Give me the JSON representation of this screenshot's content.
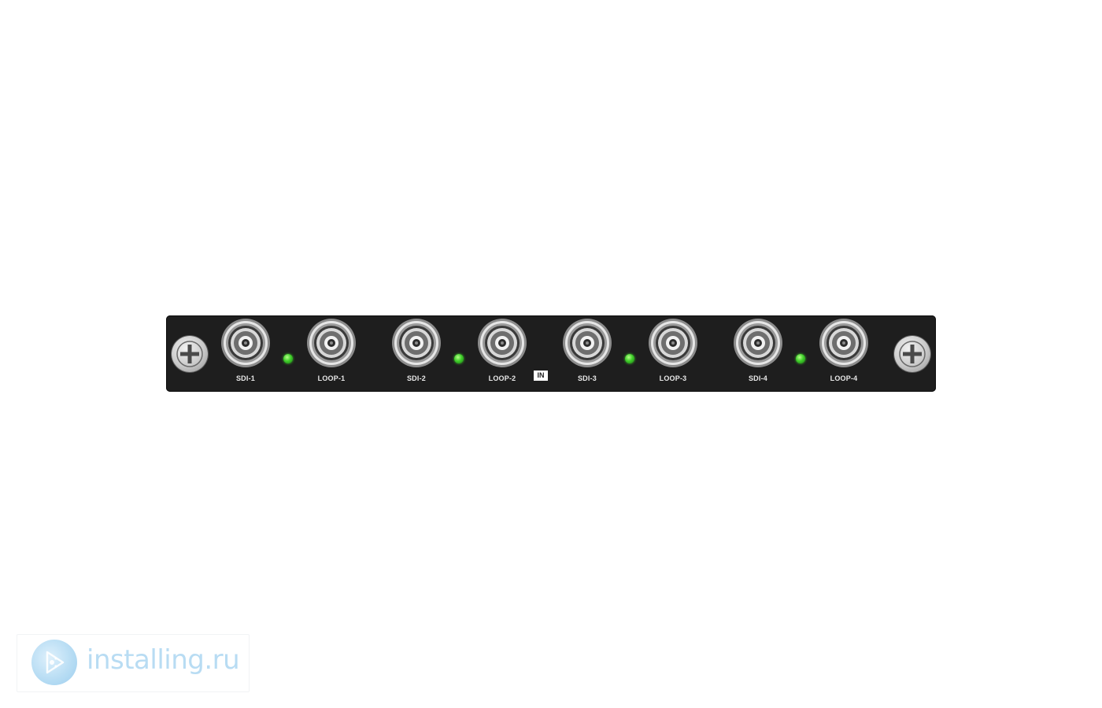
{
  "panel": {
    "ports": [
      {
        "label": "SDI-1"
      },
      {
        "label": "LOOP-1"
      },
      {
        "label": "SDI-2"
      },
      {
        "label": "LOOP-2"
      },
      {
        "label": "SDI-3"
      },
      {
        "label": "LOOP-3"
      },
      {
        "label": "SDI-4"
      },
      {
        "label": "LOOP-4"
      }
    ],
    "in_badge": "IN",
    "led_color": "#3fcf2a",
    "panel_color": "#1e1e1e"
  },
  "watermark": {
    "text": "installing.ru",
    "icon": "installing-logo-icon",
    "color": "#b8dcf3"
  }
}
